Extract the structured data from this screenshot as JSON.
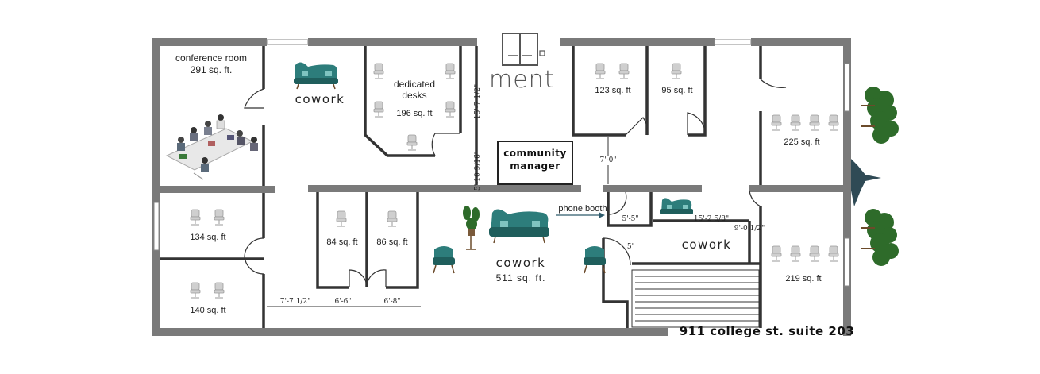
{
  "brand": {
    "name": "ment"
  },
  "rooms": {
    "conference": {
      "name": "conference room",
      "size": "291 sq. ft."
    },
    "cowork_top": {
      "label": "cowork"
    },
    "dedicated": {
      "name_line1": "dedicated",
      "name_line2": "desks",
      "size": "196 sq. ft"
    },
    "office_123": {
      "size": "123 sq. ft"
    },
    "office_95": {
      "size": "95 sq. ft"
    },
    "office_225": {
      "size": "225 sq. ft"
    },
    "office_134": {
      "size": "134 sq. ft"
    },
    "office_140": {
      "size": "140 sq. ft"
    },
    "office_84": {
      "size": "84 sq. ft"
    },
    "office_86": {
      "size": "86 sq. ft"
    },
    "cowork_main": {
      "label": "cowork",
      "size": "511 sq. ft."
    },
    "cowork_right": {
      "label": "cowork"
    },
    "office_219": {
      "size": "219 sq. ft"
    }
  },
  "community_manager": {
    "line1": "community",
    "line2": "manager"
  },
  "phone_booth": {
    "label": "phone booth"
  },
  "dimensions": {
    "d1": "15'-7 1/2\"",
    "d2": "5'-10 9/16\"",
    "d3": "7'-0\"",
    "d4": "5'-5\"",
    "d5": "15'-2 5/8\"",
    "d6": "9'-0 1/2\"",
    "d7": "5'",
    "d8": "7'-7 1/2\"",
    "d9": "6'-6\"",
    "d10": "6'-8\""
  },
  "address": "911 college st. suite 203",
  "colors": {
    "wall": "#7a7a7a",
    "furniture": "#2d7d7b",
    "foliage": "#2e6b2a"
  }
}
